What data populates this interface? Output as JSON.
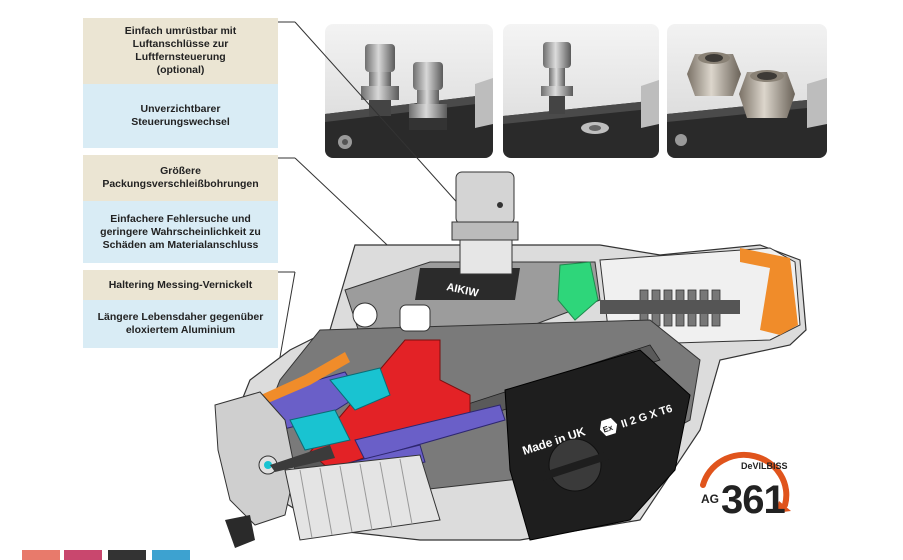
{
  "callouts": [
    {
      "feature": [
        "Einfach umrüstbar mit",
        "Luftanschlüsse zur",
        "Luftfernsteuerung",
        "(optional)"
      ],
      "benefit": [
        "Unverzichtbarer",
        "Steuerungswechsel"
      ]
    },
    {
      "feature": [
        "Größere",
        "Packungsverschleißbohrungen"
      ],
      "benefit": [
        "Einfachere Fehlersuche und",
        "geringere Wahrscheinlichkeit zu",
        "Schäden am Materialanschluss"
      ]
    },
    {
      "feature": [
        "Haltering Messing-Vernickelt"
      ],
      "benefit": [
        "Längere Lebensdaher gegenüber",
        "eloxiertem Aluminium"
      ]
    }
  ],
  "gun": {
    "top_label": "AIKIW",
    "made_in": "Made in UK",
    "atex_symbol": "Ex",
    "atex_code": "II 2 G X T6"
  },
  "logo": {
    "brand": "DeVILBISS",
    "model_prefix": "AG",
    "model_number": "361",
    "accent_color": "#e0541c"
  },
  "colors": {
    "feature_bg": "#ebe5d3",
    "benefit_bg": "#d9ecf5",
    "cut_orange": "#f08c2a",
    "cut_red": "#e32226",
    "cut_purple": "#6a5fc8",
    "cut_cyan": "#19c3d1",
    "cut_green": "#2ed67a"
  }
}
